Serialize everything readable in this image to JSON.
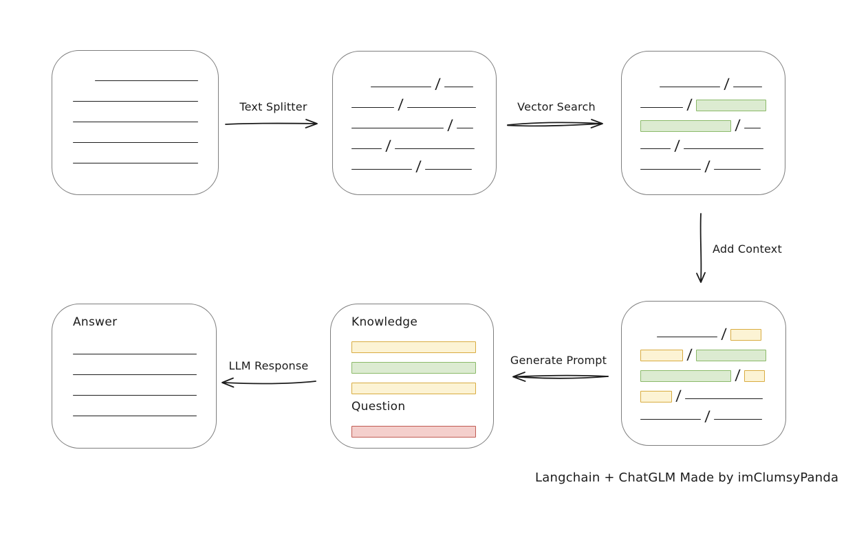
{
  "caption": "Langchain + ChatGLM Made by imClumsyPanda",
  "colors": {
    "ink": "#1b1b1b",
    "box_border": "#7d7d7d",
    "green_fill": "#dcebd1",
    "green_border": "#8ab968",
    "yellow_fill": "#fcf3d4",
    "yellow_border": "#d8ab3f",
    "red_fill": "#f4cfcc",
    "red_border": "#c05b52"
  },
  "arrows": {
    "text_splitter": {
      "label": "Text Splitter",
      "direction": "right"
    },
    "vector_search": {
      "label": "Vector Search",
      "direction": "right"
    },
    "add_context": {
      "label": "Add Context",
      "direction": "down"
    },
    "generate_prompt": {
      "label": "Generate Prompt",
      "direction": "left"
    },
    "llm_response": {
      "label": "LLM Response",
      "direction": "left"
    }
  },
  "boxes": {
    "source_document": {
      "rows": [
        {
          "indent": 32,
          "segs": [
            {
              "t": "line",
              "w": 150
            }
          ]
        },
        {
          "segs": [
            {
              "t": "line",
              "w": 182
            }
          ]
        },
        {
          "segs": [
            {
              "t": "line",
              "w": 182
            }
          ]
        },
        {
          "segs": [
            {
              "t": "line",
              "w": 182
            }
          ]
        },
        {
          "segs": [
            {
              "t": "line",
              "w": 182
            }
          ]
        }
      ]
    },
    "split_text": {
      "rows": [
        {
          "indent": 28,
          "segs": [
            {
              "t": "line",
              "w": 88
            },
            {
              "t": "slash"
            },
            {
              "t": "line",
              "w": 42
            }
          ]
        },
        {
          "segs": [
            {
              "t": "line",
              "w": 62
            },
            {
              "t": "slash"
            },
            {
              "t": "line",
              "w": 100
            }
          ]
        },
        {
          "segs": [
            {
              "t": "line",
              "w": 134
            },
            {
              "t": "slash"
            },
            {
              "t": "line",
              "w": 24
            }
          ]
        },
        {
          "segs": [
            {
              "t": "line",
              "w": 44
            },
            {
              "t": "slash"
            },
            {
              "t": "line",
              "w": 116
            }
          ]
        },
        {
          "segs": [
            {
              "t": "line",
              "w": 88
            },
            {
              "t": "slash"
            },
            {
              "t": "line",
              "w": 68
            }
          ]
        }
      ]
    },
    "vector_result": {
      "rows": [
        {
          "indent": 28,
          "segs": [
            {
              "t": "line",
              "w": 88
            },
            {
              "t": "slash"
            },
            {
              "t": "line",
              "w": 42
            }
          ]
        },
        {
          "segs": [
            {
              "t": "line",
              "w": 62
            },
            {
              "t": "slash"
            },
            {
              "t": "green",
              "w": 102
            }
          ]
        },
        {
          "segs": [
            {
              "t": "green",
              "w": 132
            },
            {
              "t": "slash"
            },
            {
              "t": "line",
              "w": 24
            }
          ]
        },
        {
          "segs": [
            {
              "t": "line",
              "w": 44
            },
            {
              "t": "slash"
            },
            {
              "t": "line",
              "w": 116
            }
          ]
        },
        {
          "segs": [
            {
              "t": "line",
              "w": 88
            },
            {
              "t": "slash"
            },
            {
              "t": "line",
              "w": 68
            }
          ]
        }
      ]
    },
    "context_assembly": {
      "rows": [
        {
          "indent": 24,
          "segs": [
            {
              "t": "line",
              "w": 88
            },
            {
              "t": "slash"
            },
            {
              "t": "yellow",
              "w": 45
            }
          ]
        },
        {
          "segs": [
            {
              "t": "yellow",
              "w": 62
            },
            {
              "t": "slash"
            },
            {
              "t": "green",
              "w": 102
            }
          ]
        },
        {
          "segs": [
            {
              "t": "green",
              "w": 132
            },
            {
              "t": "slash"
            },
            {
              "t": "yellow",
              "w": 30
            }
          ]
        },
        {
          "segs": [
            {
              "t": "yellow",
              "w": 46
            },
            {
              "t": "slash"
            },
            {
              "t": "line",
              "w": 113
            }
          ]
        },
        {
          "segs": [
            {
              "t": "line",
              "w": 88
            },
            {
              "t": "slash"
            },
            {
              "t": "line",
              "w": 70
            }
          ]
        }
      ]
    },
    "prompt": {
      "knowledge_label": "Knowledge",
      "question_label": "Question",
      "knowledge_rows": [
        {
          "segs": [
            {
              "t": "yellow",
              "w": 183
            }
          ]
        },
        {
          "segs": [
            {
              "t": "green",
              "w": 182
            }
          ]
        },
        {
          "segs": [
            {
              "t": "yellow",
              "w": 182
            }
          ]
        }
      ],
      "question_rows": [
        {
          "segs": [
            {
              "t": "red",
              "w": 183
            }
          ]
        }
      ]
    },
    "answer": {
      "label": "Answer",
      "rows": [
        {
          "segs": [
            {
              "t": "line",
              "w": 182
            }
          ]
        },
        {
          "segs": [
            {
              "t": "line",
              "w": 182
            }
          ]
        },
        {
          "segs": [
            {
              "t": "line",
              "w": 182
            }
          ]
        },
        {
          "segs": [
            {
              "t": "line",
              "w": 182
            }
          ]
        }
      ]
    }
  }
}
